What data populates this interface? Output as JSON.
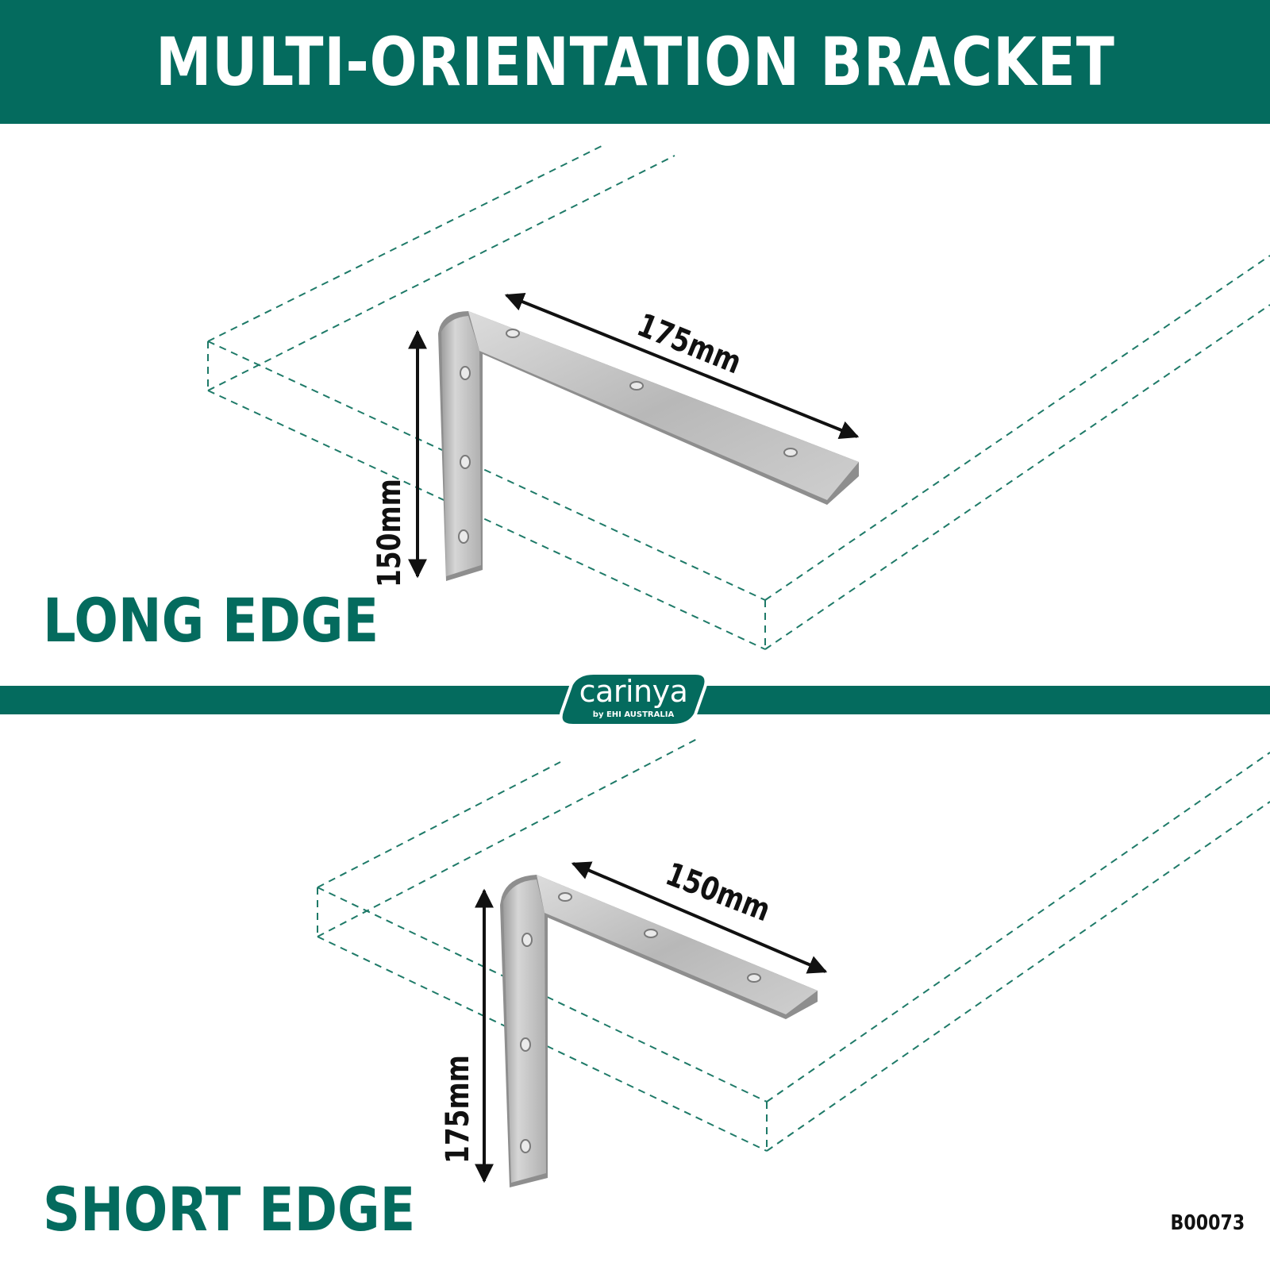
{
  "header": {
    "title": "MULTI-ORIENTATION BRACKET"
  },
  "sections": [
    {
      "label": "LONG EDGE",
      "horizontal_dimension": "175mm",
      "vertical_dimension": "150mm"
    },
    {
      "label": "SHORT EDGE",
      "horizontal_dimension": "150mm",
      "vertical_dimension": "175mm"
    }
  ],
  "logo": {
    "brand": "carinya",
    "tagline": "by EHI AUSTRALIA"
  },
  "product_code": "B00073",
  "colors": {
    "brand_green": "#046b5e",
    "dashed_outline": "#1e7a68",
    "steel": "#bdbdbd",
    "dimension_arrow": "#111111"
  }
}
